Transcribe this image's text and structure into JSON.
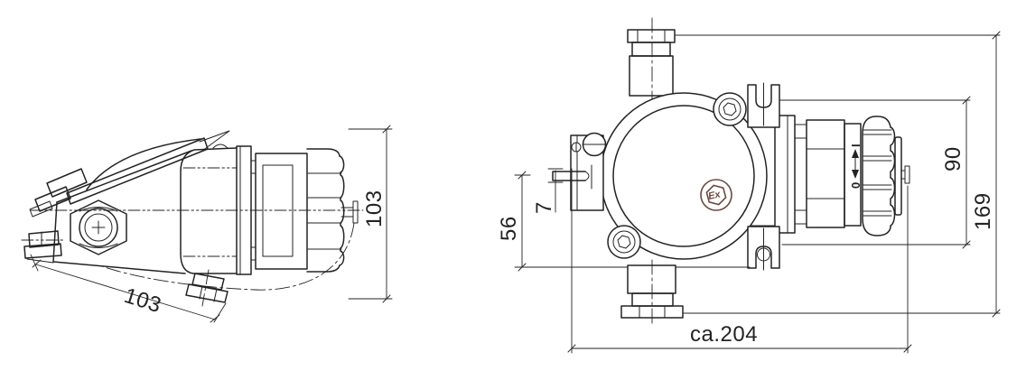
{
  "drawing": {
    "kind": "technical-dimension-drawing",
    "side_view": {
      "dim_width_bottom": "103",
      "dim_height_right": "103"
    },
    "front_view": {
      "dim_pin_diameter": "7",
      "dim_pin_offset": "56",
      "dim_flange_spacing": "90",
      "dim_overall_height": "169",
      "dim_overall_width": "ca.204",
      "switch_on_marking": "I",
      "switch_off_marking": "0",
      "ex_marking": "Ex"
    },
    "colors": {
      "line": "#232323",
      "background": "#ffffff",
      "ex": "#6b4a3e"
    }
  }
}
